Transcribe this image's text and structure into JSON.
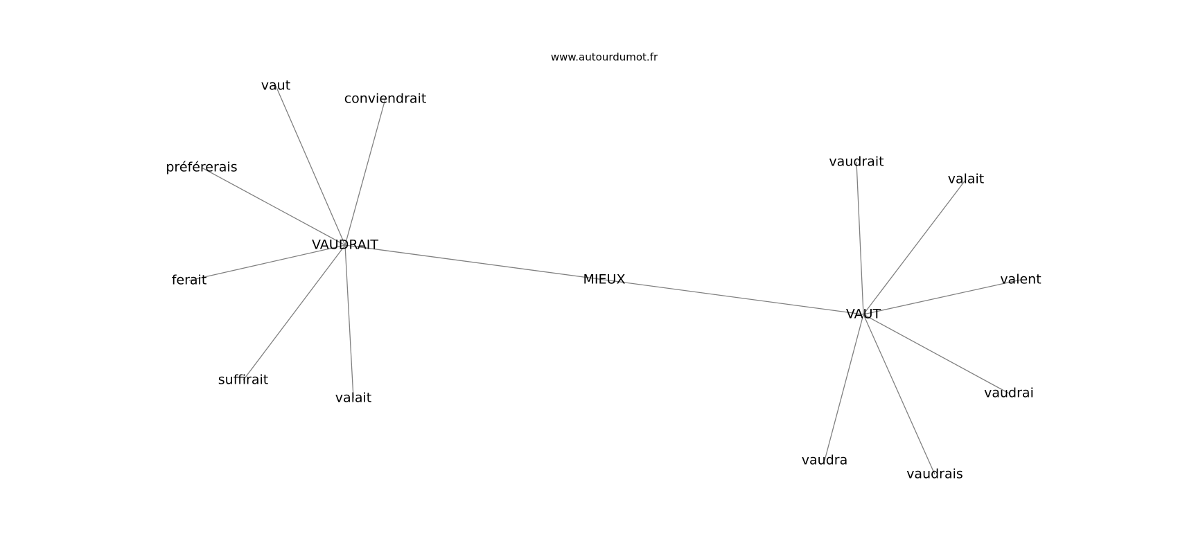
{
  "watermark": "www.autourdumot.fr",
  "center": {
    "id": "mieux",
    "label": "MIEUX"
  },
  "hubs": [
    {
      "id": "vaudrait-hub",
      "label": "VAUDRAIT",
      "neighbors": [
        "vaut",
        "conviendrait",
        "préférerais",
        "ferait",
        "suffirait",
        "valait"
      ]
    },
    {
      "id": "vaut-hub",
      "label": "VAUT",
      "neighbors": [
        "vaudrait",
        "valait",
        "valent",
        "vaudrai",
        "vaudrais",
        "vaudra"
      ]
    }
  ],
  "colors": {
    "edge": "#808080",
    "text": "#000000",
    "background": "#ffffff"
  }
}
